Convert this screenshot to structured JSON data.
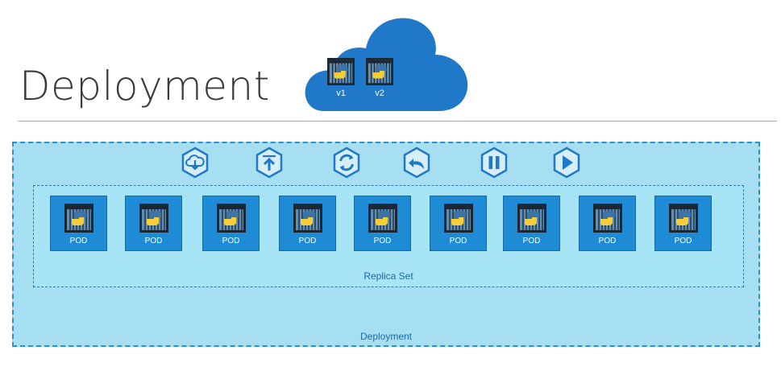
{
  "header": {
    "title": "Deployment"
  },
  "cloud": {
    "versions": [
      {
        "label": "v1"
      },
      {
        "label": "v2"
      }
    ]
  },
  "deployment": {
    "label": "Deployment",
    "operations": [
      {
        "icon": "cloud-download-icon"
      },
      {
        "icon": "upload-icon"
      },
      {
        "icon": "refresh-icon"
      },
      {
        "icon": "undo-icon"
      },
      {
        "icon": "pause-icon"
      },
      {
        "icon": "play-icon"
      }
    ]
  },
  "replica_set": {
    "label": "Replica Set",
    "pods": [
      {
        "label": "POD"
      },
      {
        "label": "POD"
      },
      {
        "label": "POD"
      },
      {
        "label": "POD"
      },
      {
        "label": "POD"
      },
      {
        "label": "POD"
      },
      {
        "label": "POD"
      },
      {
        "label": "POD"
      },
      {
        "label": "POD"
      }
    ]
  },
  "colors": {
    "cloud": "#1f78c8",
    "pod": "#1f8bd4",
    "deployment_bg": "#a7dff2",
    "replicaset_bg": "#a6e4f6",
    "border": "#2f8fc9"
  }
}
